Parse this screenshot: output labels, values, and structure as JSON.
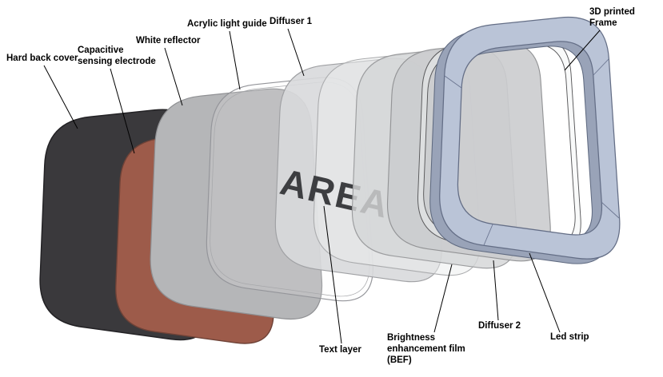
{
  "diagram": {
    "type": "exploded-view-assembly",
    "panel_text": "AREA"
  },
  "labels": {
    "hard_back_cover": "Hard back cover",
    "capacitive_line1": "Capacitive",
    "capacitive_line2": "sensing electrode",
    "white_reflector": "White reflector",
    "acrylic_light_guide": "Acrylic light guide",
    "diffuser_1": "Diffuser 1",
    "text_layer": "Text layer",
    "bef_line1": "Brightness",
    "bef_line2": "enhancement film",
    "bef_line3": "(BEF)",
    "diffuser_2": "Diffuser 2",
    "led_strip": "Led strip",
    "frame_line1": "3D printed",
    "frame_line2": "Frame"
  },
  "colors": {
    "background": "#ffffff",
    "hard_back_cover": "#3a393c",
    "capacitive_electrode": "#9d5b4a",
    "white_reflector": "#b5b6b8",
    "acrylic_light_guide": "#f7f8f9",
    "diffuser_1": "#d8d9db",
    "text_layer": "#eceded",
    "bef": "#d4d5d7",
    "diffuser_2": "#cbccce",
    "led_strip": "#f2f3f4",
    "frame": "#bac4d7",
    "frame_side": "#99a3b8",
    "label_text": "#000000",
    "area_text": "#3d3e41"
  }
}
